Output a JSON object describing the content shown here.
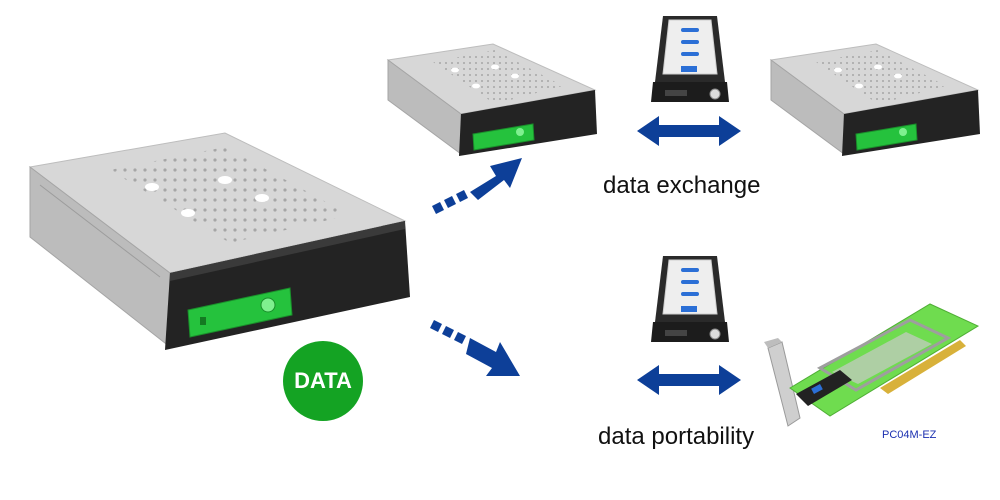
{
  "labels": {
    "exchange": "data exchange",
    "portability": "data portability",
    "model": "PC04M-EZ",
    "badge": "DATA"
  },
  "colors": {
    "arrow_blue": "#0d3f98",
    "badge_green": "#14a323",
    "led_green": "#22c03a",
    "bezel_black": "#222222",
    "pcb_green": "#6fdc4f"
  },
  "icons": [
    "large-drive-enclosure",
    "small-drive-enclosure",
    "drive-tray",
    "pcie-adapter-card",
    "double-arrow",
    "diagonal-arrow"
  ]
}
